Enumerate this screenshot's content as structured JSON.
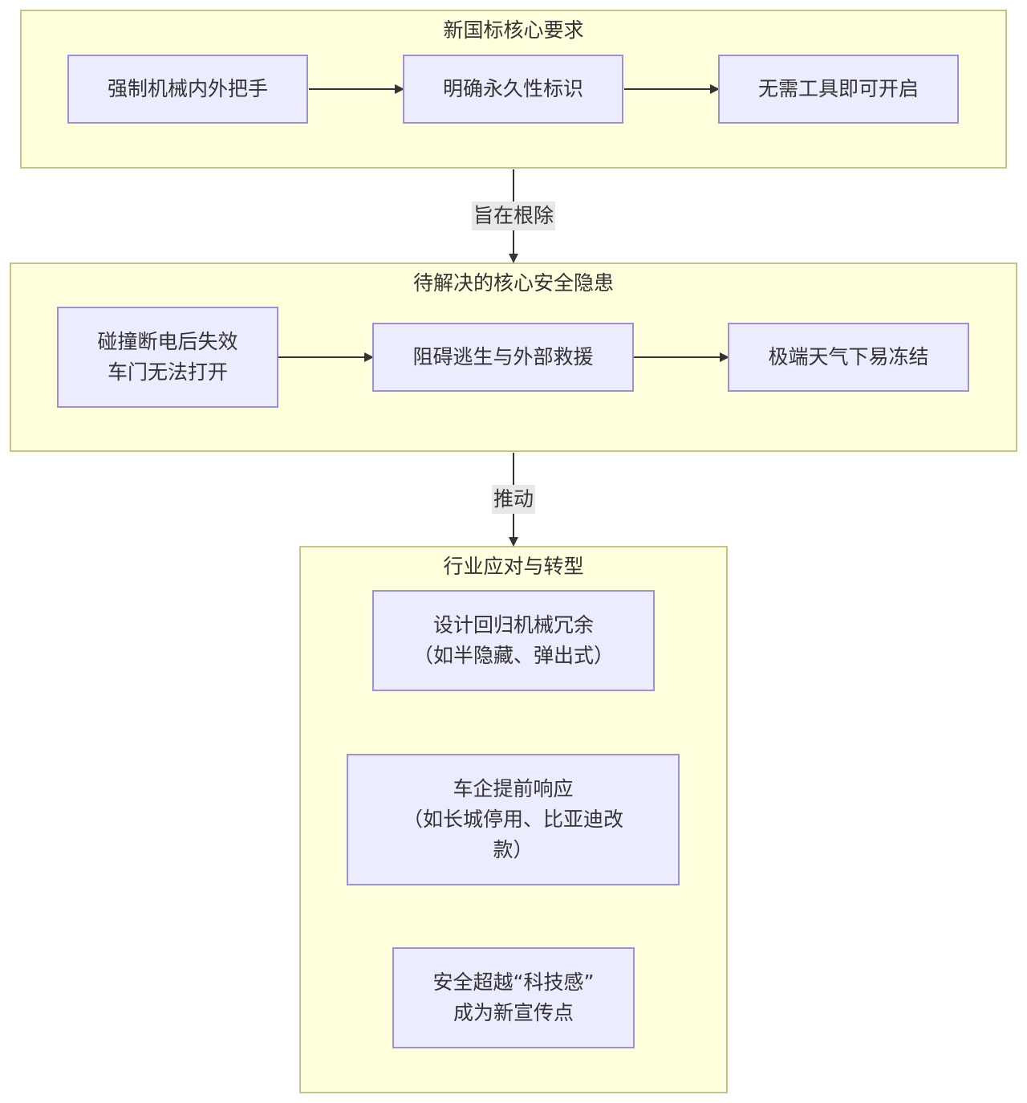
{
  "clusters": {
    "requirements": {
      "title": "新国标核心要求",
      "nodes": [
        "强制机械内外把手",
        "明确永久性标识",
        "无需工具即可开启"
      ]
    },
    "hazards": {
      "title": "待解决的核心安全隐患",
      "nodes": [
        {
          "line1": "碰撞断电后失效",
          "line2": "车门无法打开"
        },
        "阻碍逃生与外部救援",
        "极端天气下易冻结"
      ]
    },
    "industry": {
      "title": "行业应对与转型",
      "nodes": [
        {
          "line1": "设计回归机械冗余",
          "line2": "（如半隐藏、弹出式）"
        },
        {
          "line1": "车企提前响应",
          "line2": "（如长城停用、比亚迪改",
          "line3": "款）"
        },
        {
          "line1": "安全超越“科技感”",
          "line2": "成为新宣传点"
        }
      ]
    }
  },
  "edge_labels": {
    "aim": "旨在根除",
    "drive": "推动"
  },
  "colors": {
    "cluster_fill": "#ffffde",
    "cluster_border": "#c7c48a",
    "node_fill": "#ececff",
    "node_border": "#9f8fd6",
    "edge": "#333333",
    "edge_label_bg": "#e8e8e8"
  }
}
